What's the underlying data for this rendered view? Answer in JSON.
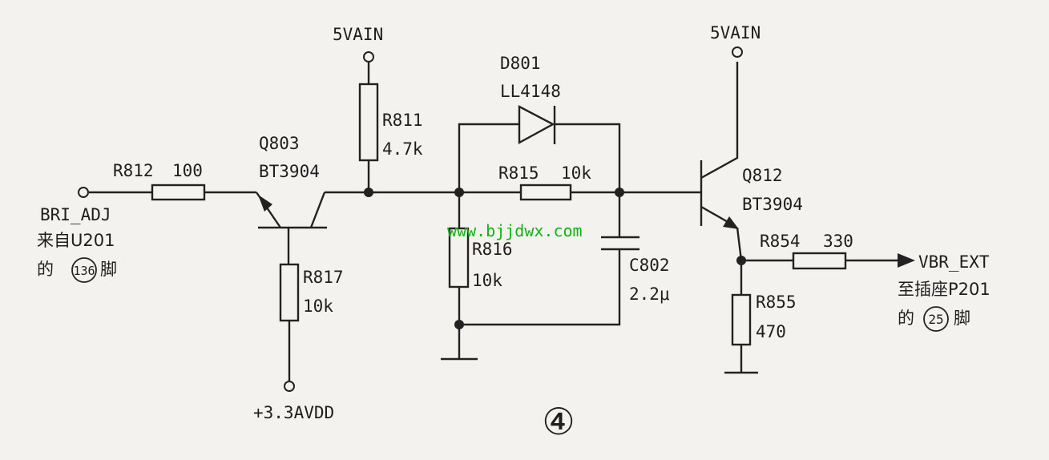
{
  "supply_top_left": "5VAIN",
  "supply_top_right": "5VAIN",
  "d801": {
    "ref": "D801",
    "part": "LL4148"
  },
  "r811": {
    "ref": "R811",
    "value": "4.7k"
  },
  "q803": {
    "ref": "Q803",
    "part": "BT3904"
  },
  "r812": {
    "ref": "R812",
    "value": "100"
  },
  "input": {
    "net": "BRI_ADJ",
    "line1": "来自U201",
    "line2_pre": "的",
    "pin": "136",
    "line2_post": "脚"
  },
  "r815": {
    "ref": "R815",
    "value": "10k"
  },
  "r816": {
    "ref": "R816",
    "value": "10k"
  },
  "c802": {
    "ref": "C802",
    "value": "2.2μ"
  },
  "r817": {
    "ref": "R817",
    "value": "10k"
  },
  "supply_bottom": "+3.3AVDD",
  "q812": {
    "ref": "Q812",
    "part": "BT3904"
  },
  "r854": {
    "ref": "R854",
    "value": "330"
  },
  "r855": {
    "ref": "R855",
    "value": "470"
  },
  "output": {
    "net": "VBR_EXT",
    "line1": "至插座P201",
    "line2_pre": "的",
    "pin": "25",
    "line2_post": "脚"
  },
  "watermark": "www.bjjdwx.com",
  "figure_number": "④"
}
